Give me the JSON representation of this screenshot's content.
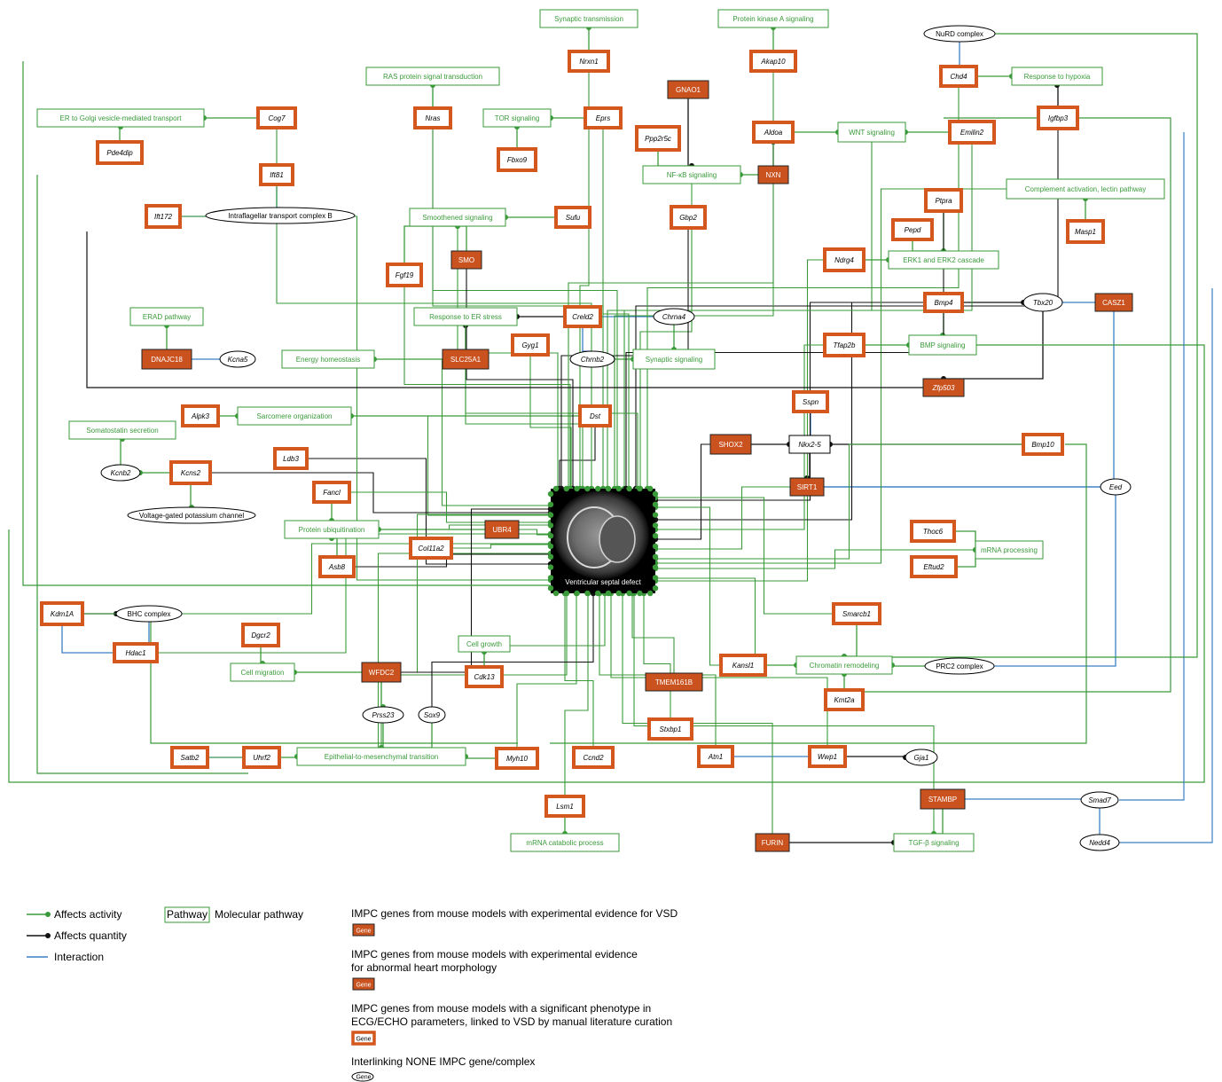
{
  "colors": {
    "activity": "#3a9a3a",
    "quantity": "#111111",
    "interaction": "#3a7fc4",
    "gene_fill": "#c9521f",
    "gene_border": "#d4581e",
    "pathway": "#3a9a3a"
  },
  "center_node": {
    "label": "Ventricular septal defect"
  },
  "nodes": [
    {
      "id": "synaptic_transmission",
      "label": "Synaptic transmission",
      "type": "pathway"
    },
    {
      "id": "pka_signaling",
      "label": "Protein kinase A signaling",
      "type": "pathway"
    },
    {
      "id": "nurd",
      "label": "NuRD complex",
      "type": "complex"
    },
    {
      "id": "nrxn1",
      "label": "Nrxn1",
      "type": "gene_echo"
    },
    {
      "id": "akap10",
      "label": "Akap10",
      "type": "gene_echo"
    },
    {
      "id": "chd4",
      "label": "Chd4",
      "type": "gene_echo"
    },
    {
      "id": "response_hypoxia",
      "label": "Response to hypoxia",
      "type": "pathway"
    },
    {
      "id": "ras",
      "label": "RAS protein signal transduction",
      "type": "pathway"
    },
    {
      "id": "gnao1",
      "label": "GNAO1",
      "type": "gene_vsd"
    },
    {
      "id": "igfbp3",
      "label": "Igfbp3",
      "type": "gene_echo"
    },
    {
      "id": "er_golgi",
      "label": "ER to Golgi vesicle-mediated transport",
      "type": "pathway"
    },
    {
      "id": "cog7",
      "label": "Cog7",
      "type": "gene_echo"
    },
    {
      "id": "nras",
      "label": "Nras",
      "type": "gene_echo"
    },
    {
      "id": "tor",
      "label": "TOR signaling",
      "type": "pathway"
    },
    {
      "id": "eprs",
      "label": "Eprs",
      "type": "gene_echo"
    },
    {
      "id": "aldoa",
      "label": "Aldoa",
      "type": "gene_echo"
    },
    {
      "id": "wnt",
      "label": "WNT signaling",
      "type": "pathway"
    },
    {
      "id": "emilin2",
      "label": "Emilin2",
      "type": "gene_echo"
    },
    {
      "id": "pde4dip",
      "label": "Pde4dip",
      "type": "gene_echo"
    },
    {
      "id": "ppp2r5c",
      "label": "Ppp2r5c",
      "type": "gene_echo"
    },
    {
      "id": "fbxo9",
      "label": "Fbxo9",
      "type": "gene_echo"
    },
    {
      "id": "nfkb",
      "label": "NF-κB signaling",
      "type": "pathway"
    },
    {
      "id": "nxn",
      "label": "NXN",
      "type": "gene_vsd"
    },
    {
      "id": "ift81",
      "label": "Ift81",
      "type": "gene_echo"
    },
    {
      "id": "ptpra",
      "label": "Ptpra",
      "type": "gene_echo"
    },
    {
      "id": "complement",
      "label": "Complement activation, lectin pathway",
      "type": "pathway"
    },
    {
      "id": "ift172",
      "label": "Ift172",
      "type": "gene_echo"
    },
    {
      "id": "ift_complex_b",
      "label": "Intraflagellar transport complex B",
      "type": "complex"
    },
    {
      "id": "smoothened",
      "label": "Smoothened signaling",
      "type": "pathway"
    },
    {
      "id": "sufu",
      "label": "Sufu",
      "type": "gene_echo"
    },
    {
      "id": "gbp2",
      "label": "Gbp2",
      "type": "gene_echo"
    },
    {
      "id": "pepd",
      "label": "Pepd",
      "type": "gene_echo"
    },
    {
      "id": "masp1",
      "label": "Masp1",
      "type": "gene_echo"
    },
    {
      "id": "smo",
      "label": "SMO",
      "type": "gene_vsd"
    },
    {
      "id": "ndrg4",
      "label": "Ndrg4",
      "type": "gene_echo"
    },
    {
      "id": "erk",
      "label": "ERK1 and ERK2 cascade",
      "type": "pathway"
    },
    {
      "id": "fgf19",
      "label": "Fgf19",
      "type": "gene_echo"
    },
    {
      "id": "bmp4",
      "label": "Bmp4",
      "type": "gene_echo"
    },
    {
      "id": "tbx20",
      "label": "Tbx20",
      "type": "complex"
    },
    {
      "id": "casz1",
      "label": "CASZ1",
      "type": "gene_vsd"
    },
    {
      "id": "erad",
      "label": "ERAD pathway",
      "type": "pathway"
    },
    {
      "id": "er_stress",
      "label": "Response to ER stress",
      "type": "pathway"
    },
    {
      "id": "creld2",
      "label": "Creld2",
      "type": "gene_echo"
    },
    {
      "id": "chrna4",
      "label": "Chrna4",
      "type": "complex"
    },
    {
      "id": "gyg1",
      "label": "Gyg1",
      "type": "gene_echo"
    },
    {
      "id": "tfap2b",
      "label": "Tfap2b",
      "type": "gene_echo"
    },
    {
      "id": "bmp_signaling",
      "label": "BMP signaling",
      "type": "pathway"
    },
    {
      "id": "dnajc18",
      "label": "DNAJC18",
      "type": "gene_vsd"
    },
    {
      "id": "kcna5",
      "label": "Kcna5",
      "type": "complex"
    },
    {
      "id": "energy",
      "label": "Energy homeostasis",
      "type": "pathway"
    },
    {
      "id": "slc25a1",
      "label": "SLC25A1",
      "type": "gene_vsd"
    },
    {
      "id": "chrnb2",
      "label": "Chrnb2",
      "type": "complex"
    },
    {
      "id": "synaptic_signaling",
      "label": "Synaptic signaling",
      "type": "pathway"
    },
    {
      "id": "zfp503",
      "label": "Zfp503",
      "type": "gene_vsd"
    },
    {
      "id": "sspn",
      "label": "Sspn",
      "type": "gene_echo"
    },
    {
      "id": "alpk3",
      "label": "Alpk3",
      "type": "gene_echo"
    },
    {
      "id": "sarcomere",
      "label": "Sarcomere organization",
      "type": "pathway"
    },
    {
      "id": "dst",
      "label": "Dst",
      "type": "gene_echo"
    },
    {
      "id": "somatostatin",
      "label": "Somatostatin secretion",
      "type": "pathway"
    },
    {
      "id": "shox2",
      "label": "SHOX2",
      "type": "gene_vsd"
    },
    {
      "id": "nkx25",
      "label": "Nkx2-5",
      "type": "plain"
    },
    {
      "id": "bmp10",
      "label": "Bmp10",
      "type": "gene_echo"
    },
    {
      "id": "ldb3",
      "label": "Ldb3",
      "type": "gene_echo"
    },
    {
      "id": "kcnb2",
      "label": "Kcnb2",
      "type": "complex"
    },
    {
      "id": "kcns2",
      "label": "Kcns2",
      "type": "gene_echo"
    },
    {
      "id": "sirt1",
      "label": "SIRT1",
      "type": "gene_vsd"
    },
    {
      "id": "eed",
      "label": "Eed",
      "type": "complex"
    },
    {
      "id": "fancl",
      "label": "Fancl",
      "type": "gene_echo"
    },
    {
      "id": "vgkc",
      "label": "Voltage-gated potassium channel",
      "type": "complex"
    },
    {
      "id": "protein_ubiq",
      "label": "Protein ubiquitination",
      "type": "pathway"
    },
    {
      "id": "ubr4",
      "label": "UBR4",
      "type": "gene_vsd"
    },
    {
      "id": "thoc6",
      "label": "Thoc6",
      "type": "gene_echo"
    },
    {
      "id": "col11a2",
      "label": "Col11a2",
      "type": "gene_echo"
    },
    {
      "id": "mrna_processing",
      "label": "mRNA processing",
      "type": "pathway"
    },
    {
      "id": "asb8",
      "label": "Asb8",
      "type": "gene_echo"
    },
    {
      "id": "eftud2",
      "label": "Eftud2",
      "type": "gene_echo"
    },
    {
      "id": "kdm1a",
      "label": "Kdm1A",
      "type": "gene_echo"
    },
    {
      "id": "bhc",
      "label": "BHC complex",
      "type": "complex"
    },
    {
      "id": "smarcb1",
      "label": "Smarcb1",
      "type": "gene_echo"
    },
    {
      "id": "dgcr2",
      "label": "Dgcr2",
      "type": "gene_echo"
    },
    {
      "id": "cell_growth",
      "label": "Cell growth",
      "type": "pathway"
    },
    {
      "id": "hdac1",
      "label": "Hdac1",
      "type": "gene_echo"
    },
    {
      "id": "cell_migration",
      "label": "Cell migration",
      "type": "pathway"
    },
    {
      "id": "wfdc2",
      "label": "WFDC2",
      "type": "gene_vsd"
    },
    {
      "id": "cdk13",
      "label": "Cdk13",
      "type": "gene_echo"
    },
    {
      "id": "kansl1",
      "label": "Kansl1",
      "type": "gene_echo"
    },
    {
      "id": "chromatin",
      "label": "Chromatin remodeling",
      "type": "pathway"
    },
    {
      "id": "prc2",
      "label": "PRC2 complex",
      "type": "complex"
    },
    {
      "id": "tmem161b",
      "label": "TMEM161B",
      "type": "gene_vsd"
    },
    {
      "id": "prss23",
      "label": "Prss23",
      "type": "complex"
    },
    {
      "id": "sox9",
      "label": "Sox9",
      "type": "complex"
    },
    {
      "id": "kmt2a",
      "label": "Kmt2a",
      "type": "gene_echo"
    },
    {
      "id": "stxbp1",
      "label": "Stxbp1",
      "type": "gene_echo"
    },
    {
      "id": "satb2",
      "label": "Satb2",
      "type": "gene_echo"
    },
    {
      "id": "uhrf2",
      "label": "Uhrf2",
      "type": "gene_echo"
    },
    {
      "id": "emt",
      "label": "Epithelial-to-mesenchymal transition",
      "type": "pathway"
    },
    {
      "id": "myh10",
      "label": "Myh10",
      "type": "gene_echo"
    },
    {
      "id": "ccnd2",
      "label": "Ccnd2",
      "type": "gene_echo"
    },
    {
      "id": "atn1",
      "label": "Atn1",
      "type": "gene_echo"
    },
    {
      "id": "wwp1",
      "label": "Wwp1",
      "type": "gene_echo"
    },
    {
      "id": "gja1",
      "label": "Gja1",
      "type": "complex"
    },
    {
      "id": "stambp",
      "label": "STAMBP",
      "type": "gene_vsd"
    },
    {
      "id": "smad7",
      "label": "Smad7",
      "type": "complex"
    },
    {
      "id": "lsm1",
      "label": "Lsm1",
      "type": "gene_echo"
    },
    {
      "id": "furin",
      "label": "FURIN",
      "type": "gene_vsd"
    },
    {
      "id": "tgfb",
      "label": "TGF-β signaling",
      "type": "pathway"
    },
    {
      "id": "nedd4",
      "label": "Nedd4",
      "type": "complex"
    },
    {
      "id": "mrna_catabolic",
      "label": "mRNA catabolic process",
      "type": "pathway"
    }
  ],
  "legend": {
    "edges": [
      {
        "label": "Affects activity",
        "kind": "activity"
      },
      {
        "label": "Affects quantity",
        "kind": "quantity"
      },
      {
        "label": "Interaction",
        "kind": "interaction"
      }
    ],
    "pathway_box": "Pathway",
    "pathway_label": "Molecular pathway",
    "gene_sample": "Gene",
    "node_types": [
      {
        "kind": "gene_vsd",
        "text": [
          "IMPC genes from mouse models with experimental evidence for VSD"
        ]
      },
      {
        "kind": "gene_heart",
        "text": [
          "IMPC genes from mouse models with experimental evidence",
          "for abnormal heart morphology"
        ]
      },
      {
        "kind": "gene_echo",
        "text": [
          "IMPC genes from mouse models with a significant phenotype in",
          "ECG/ECHO parameters, linked to VSD by manual literature curation"
        ]
      },
      {
        "kind": "complex",
        "text": [
          "Interlinking NONE IMPC gene/complex"
        ]
      }
    ]
  }
}
